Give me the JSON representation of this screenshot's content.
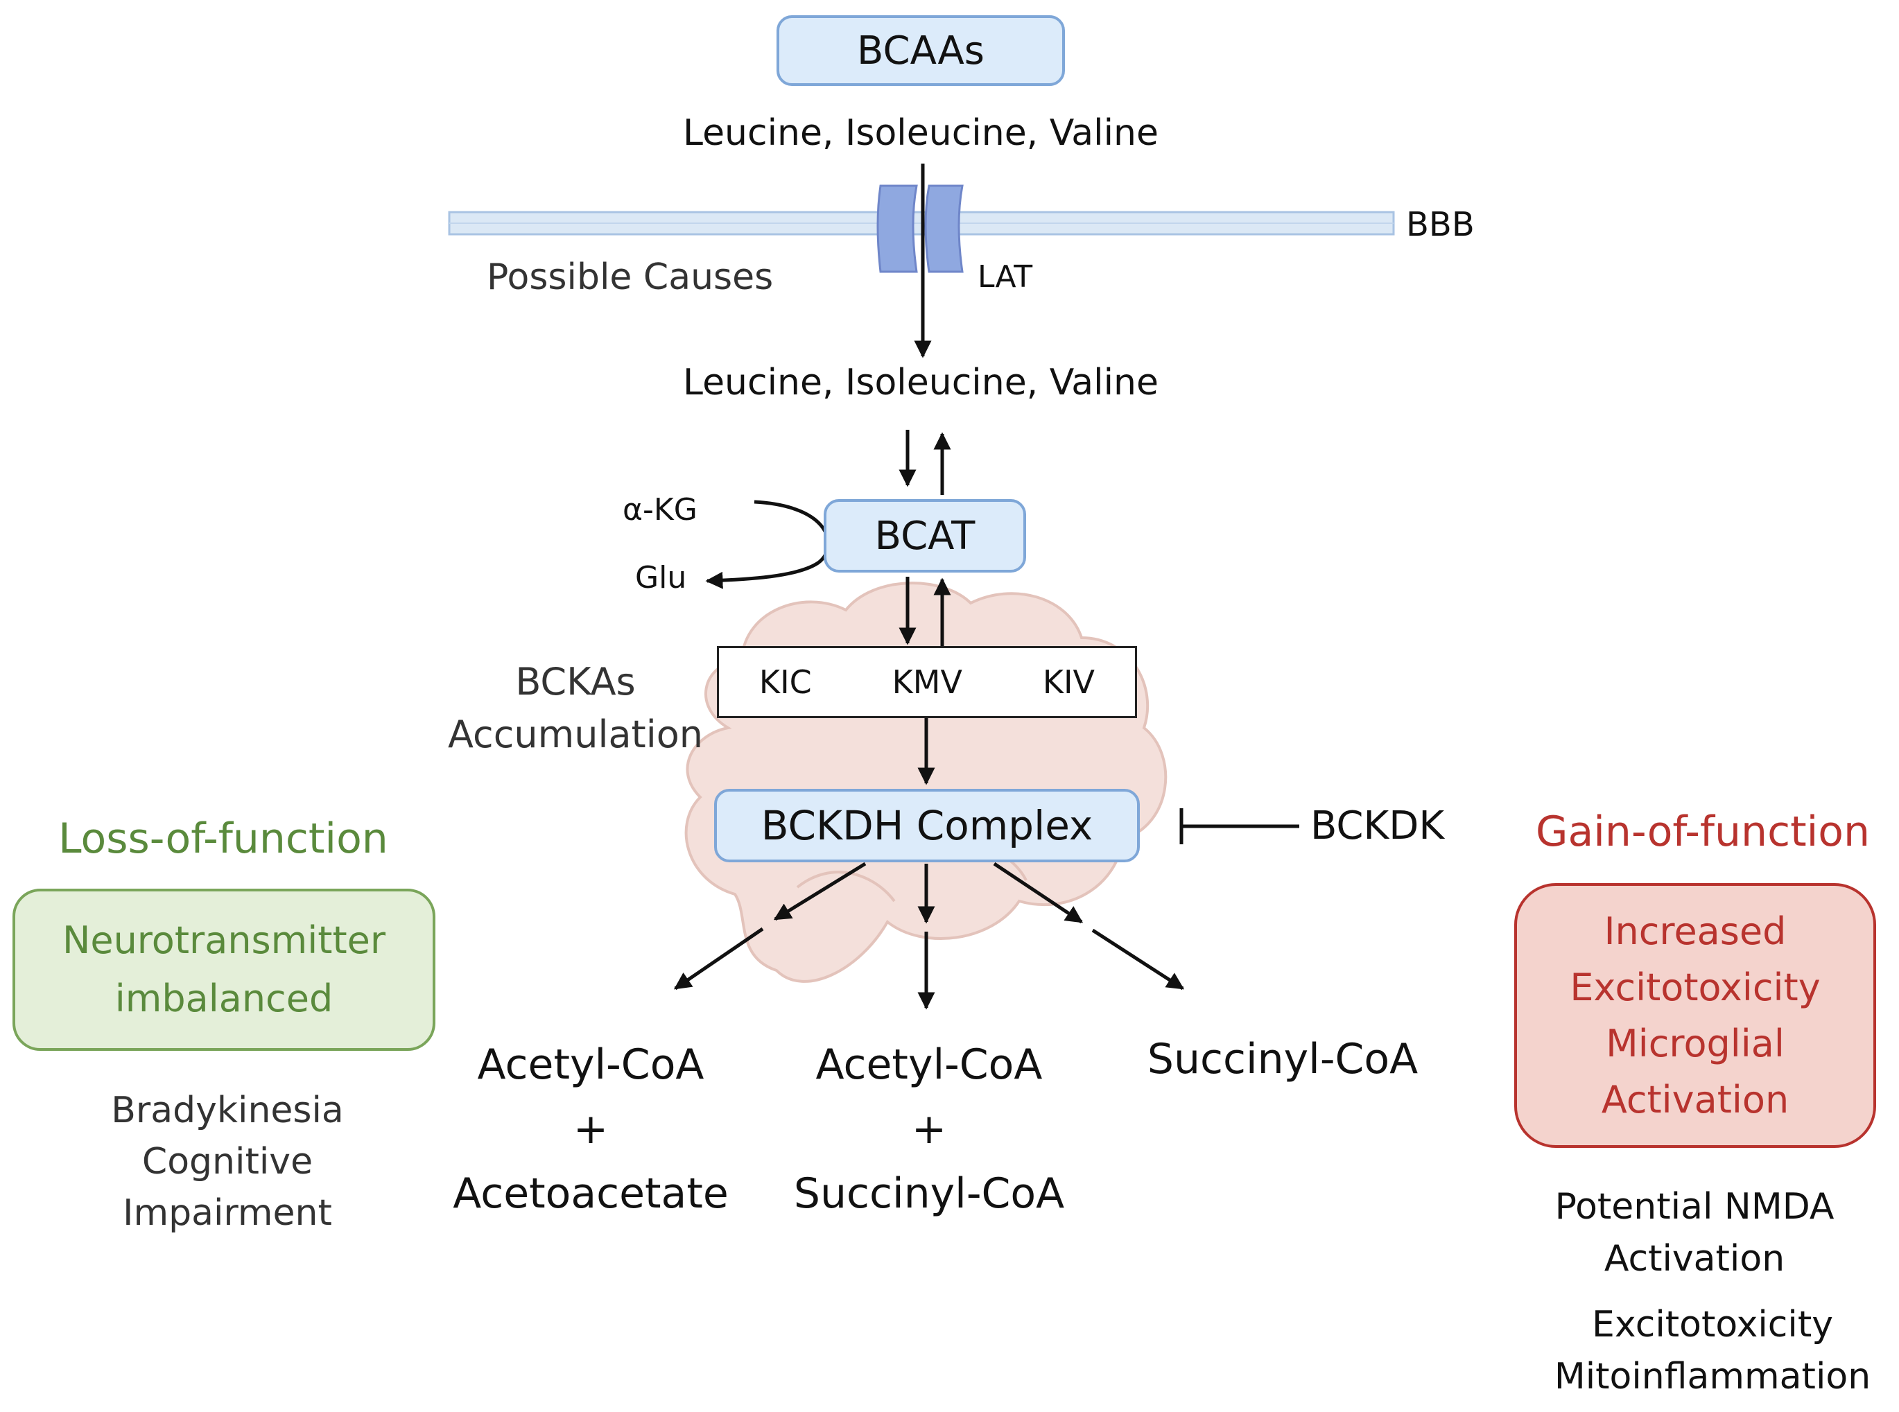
{
  "top": {
    "bcaas_label": "BCAAs",
    "amino_acids_outside": "Leucine, Isoleucine, Valine",
    "bbb_label": "BBB",
    "possible_causes": "Possible Causes",
    "transporter_label": "LAT",
    "amino_acids_inside": "Leucine, Isoleucine, Valine"
  },
  "transamination": {
    "enzyme_label": "BCAT",
    "cosubstrate_in": "α-KG",
    "coproduct_out": "Glu"
  },
  "bckas": {
    "title_line1": "BCKAs",
    "title_line2": "Accumulation",
    "items": [
      "KIC",
      "KMV",
      "KIV"
    ]
  },
  "bckdh": {
    "complex_label": "BCKDH Complex",
    "inhibitor_label": "BCKDK"
  },
  "products": {
    "left": {
      "line1": "Acetyl-CoA",
      "plus": "+",
      "line2": "Acetoacetate"
    },
    "middle": {
      "line1": "Acetyl-CoA",
      "plus": "+",
      "line2": "Succinyl-CoA"
    },
    "right": {
      "line1": "Succinyl-CoA"
    }
  },
  "loss_of_function": {
    "heading": "Loss-of-function",
    "box_line1": "Neurotransmitter",
    "box_line2": "imbalanced",
    "effects": [
      "Bradykinesia",
      "Cognitive",
      "Impairment"
    ]
  },
  "gain_of_function": {
    "heading": "Gain-of-function",
    "box_lines": [
      "Increased",
      "Excitotoxicity",
      "Microglial",
      "Activation"
    ],
    "effects_group1": [
      "Potential NMDA",
      "Activation"
    ],
    "effects_group2": [
      "Excitotoxicity",
      "Mitoinflammation"
    ]
  },
  "colors": {
    "blue_box_fill": "#dcebfa",
    "blue_box_border": "#7fa7d8",
    "loss_green": "#5a8a3c",
    "gain_red": "#b8332e",
    "brain_fill": "#f2ddd8"
  }
}
